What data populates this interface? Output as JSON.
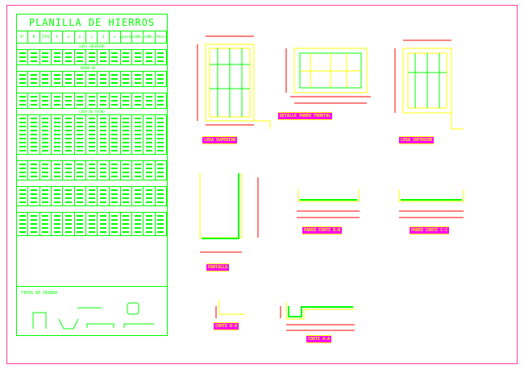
{
  "schedule": {
    "title": "PLANILLA DE HIERROS",
    "columns": [
      "N°",
      "Ø",
      "TIPO",
      "#",
      "a",
      "b",
      "c",
      "d",
      "e",
      "gancho",
      "LONG. PARCIAL",
      "LONG. TOTAL",
      "Peso Kg"
    ],
    "sections": [
      "LOSA INFERIOR",
      "PARED DE ...",
      "...",
      "LOSA DE TECHO",
      "...",
      "...",
      "..."
    ],
    "types_title": "TIPOS DE HIERRO",
    "types": [
      "U",
      "V",
      "I",
      "G",
      "L",
      "O"
    ]
  },
  "drawings": {
    "losa_superior": "LOSA SUPERIOR",
    "pared_frontal": "DETALLE PARED FRONTAL",
    "losa_inferior": "LOSA INFERIOR",
    "pantalla": "PANTALLA",
    "corte_bb": "PARED CORTE B-B",
    "corte_cc": "PARED CORTE C-C",
    "corte_dd": "CORTE D-D",
    "corte_aa": "CORTE A-A"
  },
  "colors": {
    "frame": "#ff3f9f",
    "table": "#00ff00",
    "dims": "#ff0000",
    "steel": "#ffff00",
    "labels": "#ff00ff"
  }
}
